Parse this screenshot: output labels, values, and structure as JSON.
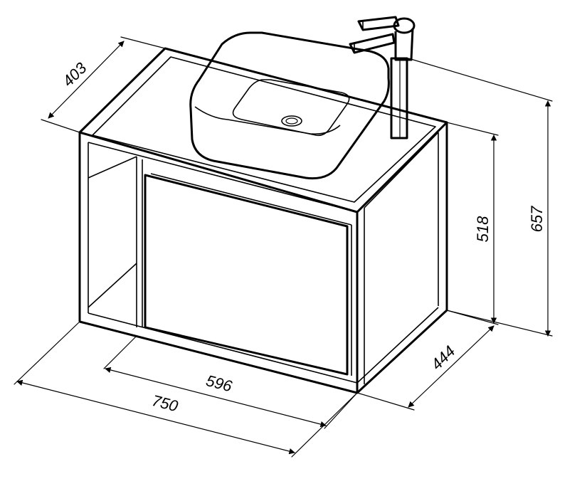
{
  "dimensions": {
    "width_total": "750",
    "width_inner": "596",
    "depth_top": "403",
    "depth_base": "444",
    "height_cabinet": "518",
    "height_total": "657"
  },
  "colors": {
    "line": "#000000",
    "background": "#ffffff",
    "basin_fill": "#ffffff"
  }
}
